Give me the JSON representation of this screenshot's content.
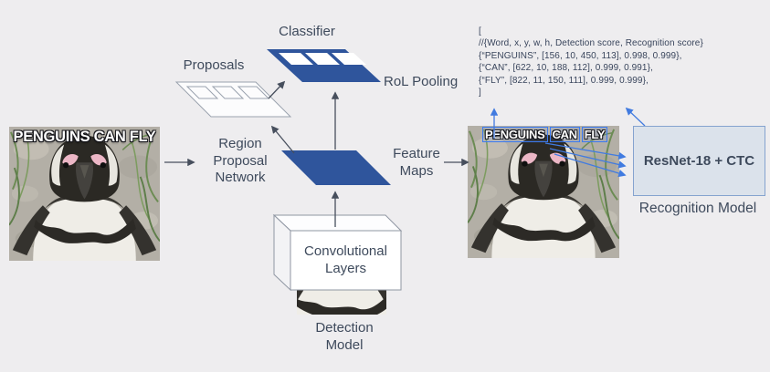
{
  "diagram": {
    "detection": {
      "classifier_label": "Classifier",
      "proposals_label": "Proposals",
      "rol_pooling_label": "RoL Pooling",
      "rpn_label": "Region\nProposal\nNetwork",
      "feature_maps_label": "Feature\nMaps",
      "conv_layers_label": "Convolutional\nLayers",
      "model_label": "Detection\nModel"
    },
    "recognition": {
      "box_label": "ResNet-18 + CTC",
      "model_label": "Recognition Model"
    },
    "input_image": {
      "meme_text": "PENGUINS CAN FLY"
    },
    "detected_image": {
      "words": [
        "PENGUINS",
        "CAN",
        "FLY"
      ]
    },
    "output_code": {
      "lines": [
        "[",
        "//{Word, x, y, w, h, Detection score, Recognition score}",
        "{“PENGUINS”, [156, 10, 450, 113], 0.998, 0.999},",
        "{“CAN”, [622, 10, 188, 112], 0.999, 0.991},",
        "{“FLY”, [822, 11, 150, 111], 0.999, 0.999},",
        "]"
      ]
    }
  },
  "colors": {
    "background": "#eeedef",
    "blue_shape": "#2f559c",
    "dark_arrow": "#474f5d",
    "blue_arrow": "#417be0",
    "label_text": "#3e4a5c",
    "resnet_box_bg": "#dbe2eb",
    "resnet_box_border": "#85a3cf",
    "word_box_border": "#3d7bf0"
  }
}
